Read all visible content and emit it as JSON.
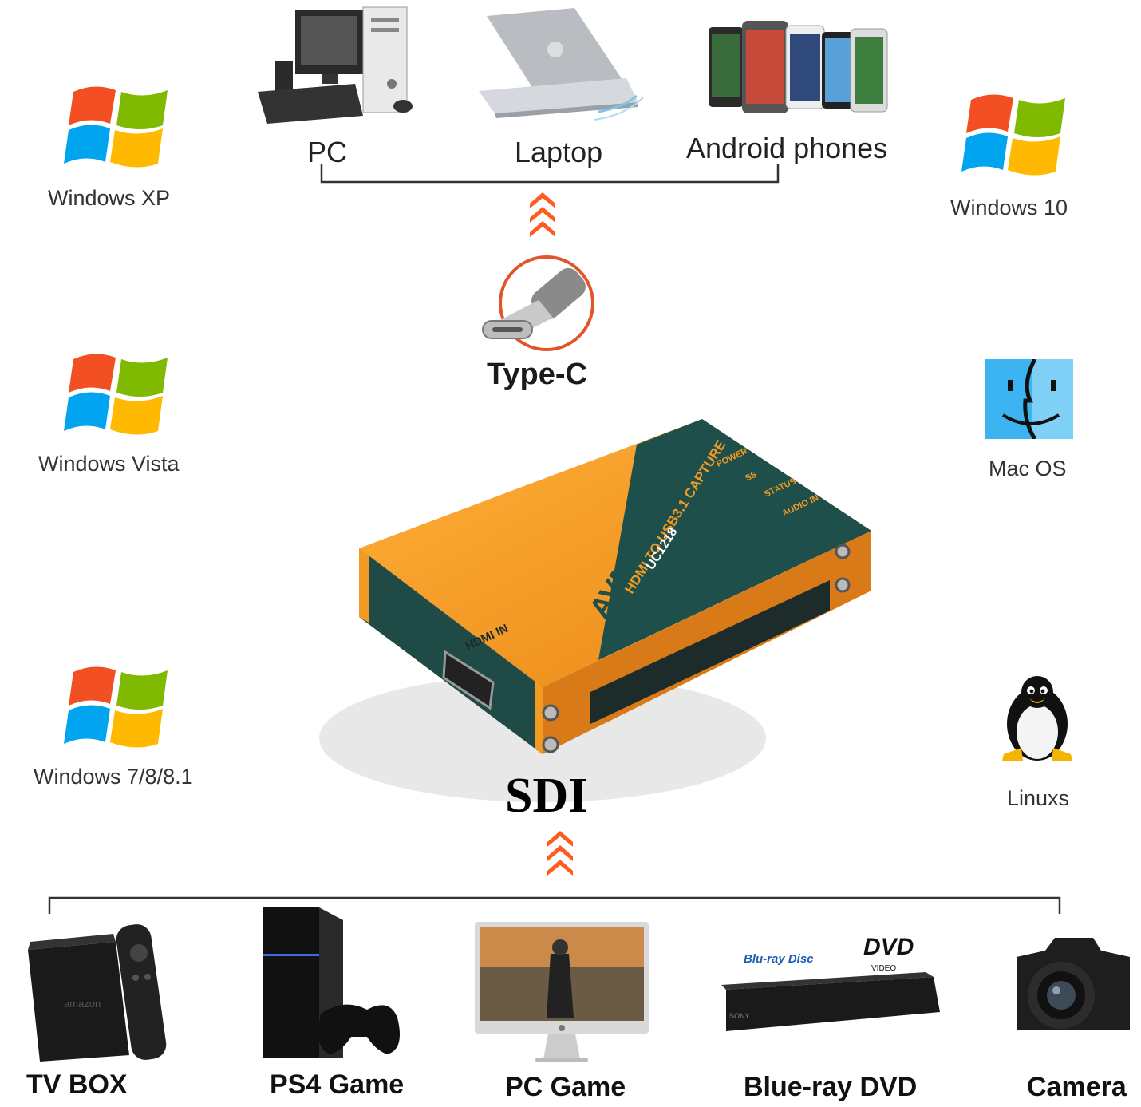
{
  "os": {
    "windows_xp": "Windows XP",
    "windows_vista": "Windows Vista",
    "windows_7": "Windows 7/8/8.1",
    "windows_10": "Windows 10",
    "mac_os": "Mac OS",
    "linux": "Linuxs"
  },
  "hosts": {
    "pc": "PC",
    "laptop": "Laptop",
    "android": "Android phones"
  },
  "connector": "Type-C",
  "input_label": "SDI",
  "device": {
    "brand": "AVMATRIX",
    "model_line": "HDMI TO USB3.1 CAPTURE",
    "model": "UC1218",
    "hdmi_in": "HDMI IN",
    "power": "POWER",
    "ss": "SS",
    "status": "STATUS",
    "audio_in": "AUDIO IN"
  },
  "sources": {
    "tv_box": "TV BOX",
    "ps4": "PS4 Game",
    "pc_game": "PC Game",
    "bluray": "Blue-ray DVD",
    "camera": "Camera",
    "amazon_mark": "amazon",
    "bluray_mark": "Blu-ray Disc",
    "dvd_mark": "DVD",
    "dvd_sub": "VIDEO",
    "sony_mark": "SONY"
  },
  "colors": {
    "orange": "#f39a22",
    "teal": "#1e4f4a",
    "arrow": "#ff5a1f",
    "win_red": "#f25022",
    "win_green": "#7fba00",
    "win_blue": "#00a4ef",
    "win_yellow": "#ffb900"
  },
  "icons": [
    "windows-logo-icon",
    "finder-icon",
    "tux-penguin-icon",
    "pc-icon",
    "laptop-icon",
    "phones-icon",
    "usb-c-plug-icon"
  ]
}
